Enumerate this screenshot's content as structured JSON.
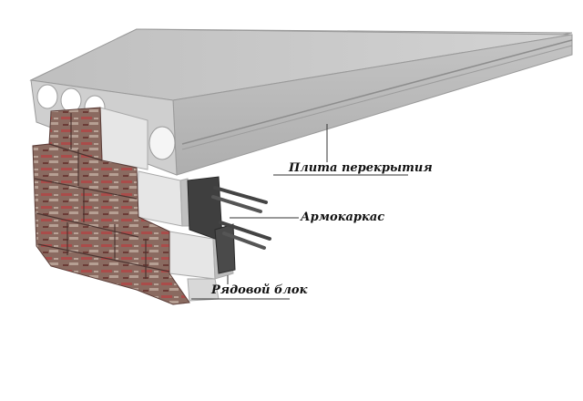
{
  "labels": {
    "slab": "Плита перекрытия",
    "rebar": "Армокаркас",
    "block": "Рядовой блок"
  },
  "colors": {
    "background": "#ffffff",
    "slab_top": "#c9c9c9",
    "slab_side": "#b9b9b9",
    "slab_core": "#ffffff",
    "brick_base": "#8c6a62",
    "brick_accent": "#a33a3a",
    "concrete_block": "#e4e4e4",
    "concrete_block_side": "#bdbdbd",
    "rebar_concrete": "#3d3d3d",
    "rebar": "#555555",
    "leader_line": "#333333"
  }
}
